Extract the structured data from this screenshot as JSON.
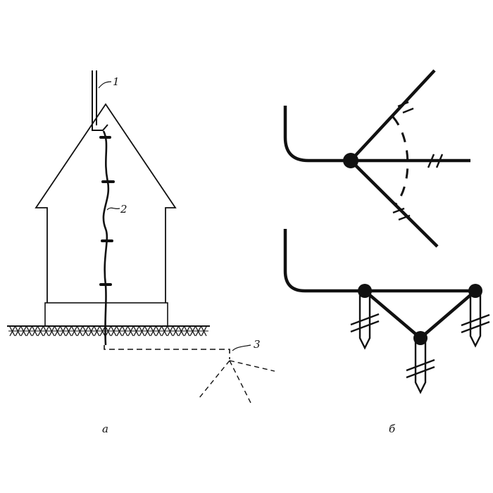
{
  "labels": {
    "rod": "1",
    "down_conductor": "2",
    "ground_electrode": "3",
    "panel_a": "а",
    "panel_b": "б"
  },
  "colors": {
    "ink": "#111111",
    "background": "#ffffff"
  }
}
